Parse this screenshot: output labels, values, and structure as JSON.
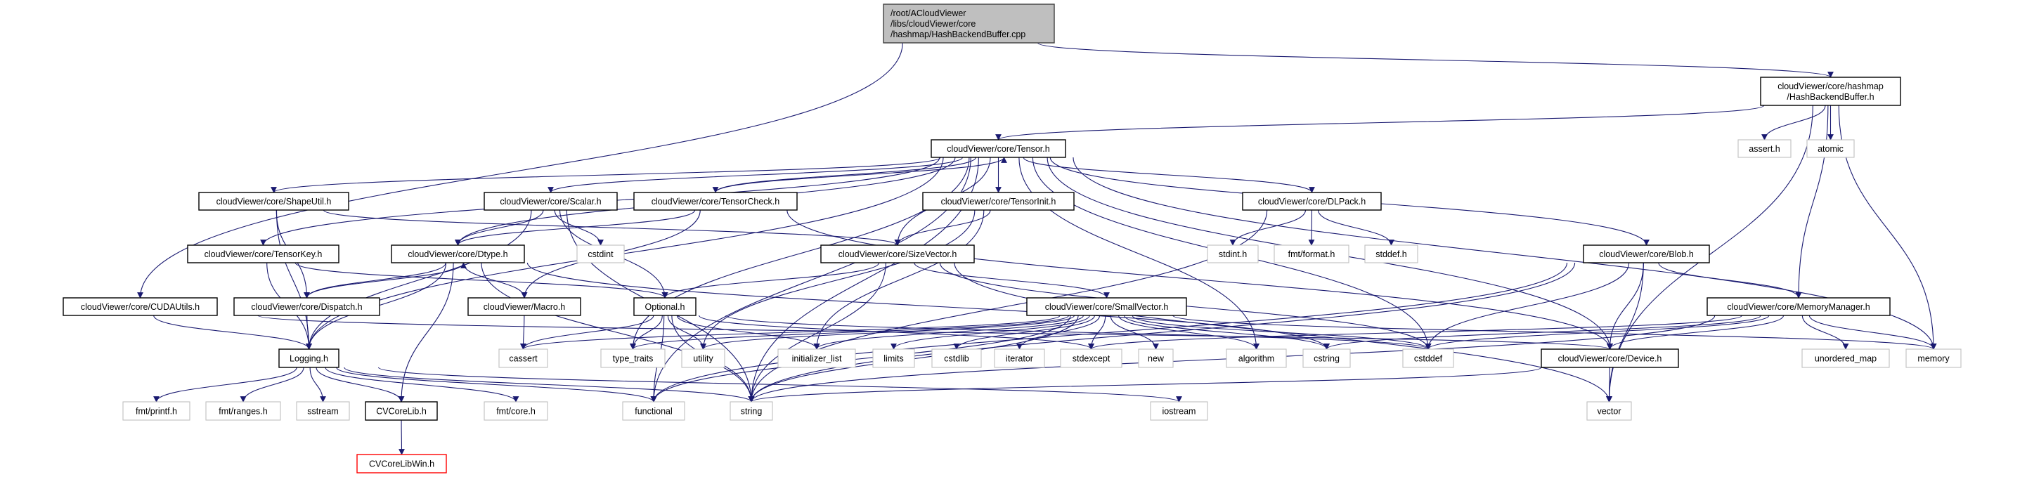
{
  "graph": {
    "title": "/root/ACloudViewer/libs/cloudViewer/core/hashmap/HashBackendBuffer.cpp",
    "colors": {
      "edge": "#191970",
      "root_fill": "#bfbfbf",
      "internal_border": "#000000",
      "external_border": "#bfbfbf",
      "missing_border": "#ff0000"
    },
    "nodes": [
      {
        "id": "root",
        "label": "/root/ACloudViewer\n/libs/cloudViewer/core\n/hashmap/HashBackendBuffer.cpp",
        "kind": "root"
      },
      {
        "id": "hbb",
        "label": "cloudViewer/core/hashmap\n/HashBackendBuffer.h",
        "kind": "internal"
      },
      {
        "id": "tensor",
        "label": "cloudViewer/core/Tensor.h",
        "kind": "internal"
      },
      {
        "id": "assert_h",
        "label": "assert.h",
        "kind": "external"
      },
      {
        "id": "atomic",
        "label": "atomic",
        "kind": "external"
      },
      {
        "id": "shapeutil",
        "label": "cloudViewer/core/ShapeUtil.h",
        "kind": "internal"
      },
      {
        "id": "scalar",
        "label": "cloudViewer/core/Scalar.h",
        "kind": "internal"
      },
      {
        "id": "tensorcheck",
        "label": "cloudViewer/core/TensorCheck.h",
        "kind": "internal"
      },
      {
        "id": "tensorinit",
        "label": "cloudViewer/core/TensorInit.h",
        "kind": "internal"
      },
      {
        "id": "dlpack",
        "label": "cloudViewer/core/DLPack.h",
        "kind": "internal"
      },
      {
        "id": "tensorkey",
        "label": "cloudViewer/core/TensorKey.h",
        "kind": "internal"
      },
      {
        "id": "dtype",
        "label": "cloudViewer/core/Dtype.h",
        "kind": "internal"
      },
      {
        "id": "cstdint",
        "label": "cstdint",
        "kind": "external"
      },
      {
        "id": "sizevector",
        "label": "cloudViewer/core/SizeVector.h",
        "kind": "internal"
      },
      {
        "id": "stdint_h",
        "label": "stdint.h",
        "kind": "external"
      },
      {
        "id": "fmt_format",
        "label": "fmt/format.h",
        "kind": "external"
      },
      {
        "id": "stddef_h",
        "label": "stddef.h",
        "kind": "external"
      },
      {
        "id": "blob",
        "label": "cloudViewer/core/Blob.h",
        "kind": "internal"
      },
      {
        "id": "cudautils",
        "label": "cloudViewer/core/CUDAUtils.h",
        "kind": "internal"
      },
      {
        "id": "dispatch",
        "label": "cloudViewer/core/Dispatch.h",
        "kind": "internal"
      },
      {
        "id": "macro",
        "label": "cloudViewer/Macro.h",
        "kind": "internal"
      },
      {
        "id": "optional",
        "label": "Optional.h",
        "kind": "internal"
      },
      {
        "id": "smallvector",
        "label": "cloudViewer/core/SmallVector.h",
        "kind": "internal"
      },
      {
        "id": "memorymanager",
        "label": "cloudViewer/core/MemoryManager.h",
        "kind": "internal"
      },
      {
        "id": "logging",
        "label": "Logging.h",
        "kind": "internal"
      },
      {
        "id": "cassert",
        "label": "cassert",
        "kind": "external"
      },
      {
        "id": "type_traits",
        "label": "type_traits",
        "kind": "external"
      },
      {
        "id": "utility",
        "label": "utility",
        "kind": "external"
      },
      {
        "id": "initializer_list",
        "label": "initializer_list",
        "kind": "external"
      },
      {
        "id": "limits",
        "label": "limits",
        "kind": "external"
      },
      {
        "id": "cstdlib",
        "label": "cstdlib",
        "kind": "external"
      },
      {
        "id": "iterator",
        "label": "iterator",
        "kind": "external"
      },
      {
        "id": "stdexcept",
        "label": "stdexcept",
        "kind": "external"
      },
      {
        "id": "new",
        "label": "new",
        "kind": "external"
      },
      {
        "id": "algorithm",
        "label": "algorithm",
        "kind": "external"
      },
      {
        "id": "cstring",
        "label": "cstring",
        "kind": "external"
      },
      {
        "id": "cstddef",
        "label": "cstddef",
        "kind": "external"
      },
      {
        "id": "device",
        "label": "cloudViewer/core/Device.h",
        "kind": "internal"
      },
      {
        "id": "unordered_map",
        "label": "unordered_map",
        "kind": "external"
      },
      {
        "id": "memory",
        "label": "memory",
        "kind": "external"
      },
      {
        "id": "fmt_printf",
        "label": "fmt/printf.h",
        "kind": "external"
      },
      {
        "id": "fmt_ranges",
        "label": "fmt/ranges.h",
        "kind": "external"
      },
      {
        "id": "sstream",
        "label": "sstream",
        "kind": "external"
      },
      {
        "id": "cvcorelib",
        "label": "CVCoreLib.h",
        "kind": "internal"
      },
      {
        "id": "fmt_core",
        "label": "fmt/core.h",
        "kind": "external"
      },
      {
        "id": "functional",
        "label": "functional",
        "kind": "external"
      },
      {
        "id": "string",
        "label": "string",
        "kind": "external"
      },
      {
        "id": "iostream",
        "label": "iostream",
        "kind": "external"
      },
      {
        "id": "vector",
        "label": "vector",
        "kind": "external"
      },
      {
        "id": "cvcorelibwin",
        "label": "CVCoreLibWin.h",
        "kind": "missing"
      }
    ],
    "edges": [
      [
        "root",
        "hbb"
      ],
      [
        "root",
        "cudautils"
      ],
      [
        "hbb",
        "tensor"
      ],
      [
        "hbb",
        "assert_h"
      ],
      [
        "hbb",
        "atomic"
      ],
      [
        "hbb",
        "memorymanager"
      ],
      [
        "hbb",
        "memory"
      ],
      [
        "hbb",
        "vector"
      ],
      [
        "tensor",
        "shapeutil"
      ],
      [
        "tensor",
        "scalar"
      ],
      [
        "tensor",
        "tensorcheck"
      ],
      [
        "tensor",
        "tensorkey"
      ],
      [
        "tensor",
        "dtype"
      ],
      [
        "tensor",
        "sizevector"
      ],
      [
        "tensor",
        "tensorinit"
      ],
      [
        "tensor",
        "dlpack"
      ],
      [
        "tensor",
        "blob"
      ],
      [
        "tensor",
        "device"
      ],
      [
        "tensor",
        "memory"
      ],
      [
        "tensor",
        "type_traits"
      ],
      [
        "tensor",
        "algorithm"
      ],
      [
        "tensor",
        "cstddef"
      ],
      [
        "tensor",
        "string"
      ],
      [
        "tensor",
        "logging"
      ],
      [
        "tensor",
        "functional"
      ],
      [
        "shapeutil",
        "logging"
      ],
      [
        "shapeutil",
        "dispatch"
      ],
      [
        "shapeutil",
        "sizevector"
      ],
      [
        "scalar",
        "dtype"
      ],
      [
        "scalar",
        "cstdint"
      ],
      [
        "scalar",
        "logging"
      ],
      [
        "scalar",
        "optional"
      ],
      [
        "scalar",
        "string"
      ],
      [
        "tensorcheck",
        "tensor"
      ],
      [
        "tensorcheck",
        "dtype"
      ],
      [
        "tensorcheck",
        "macro"
      ],
      [
        "tensorcheck",
        "device"
      ],
      [
        "tensorkey",
        "logging"
      ],
      [
        "tensorkey",
        "optional"
      ],
      [
        "dtype",
        "dispatch"
      ],
      [
        "dtype",
        "macro"
      ],
      [
        "dtype",
        "logging"
      ],
      [
        "dtype",
        "string"
      ],
      [
        "dtype",
        "cvcorelib"
      ],
      [
        "dtype",
        "cstring"
      ],
      [
        "dispatch",
        "dtype"
      ],
      [
        "dispatch",
        "logging"
      ],
      [
        "cudautils",
        "logging"
      ],
      [
        "cudautils",
        "device"
      ],
      [
        "macro",
        "cassert"
      ],
      [
        "optional",
        "cassert"
      ],
      [
        "optional",
        "type_traits"
      ],
      [
        "optional",
        "utility"
      ],
      [
        "optional",
        "initializer_list"
      ],
      [
        "optional",
        "stdexcept"
      ],
      [
        "optional",
        "functional"
      ],
      [
        "optional",
        "string"
      ],
      [
        "optional",
        "cstddef"
      ],
      [
        "sizevector",
        "optional"
      ],
      [
        "sizevector",
        "smallvector"
      ],
      [
        "sizevector",
        "string"
      ],
      [
        "sizevector",
        "cstddef"
      ],
      [
        "sizevector",
        "vector"
      ],
      [
        "tensorinit",
        "sizevector"
      ],
      [
        "tensorinit",
        "utility"
      ],
      [
        "tensorinit",
        "initializer_list"
      ],
      [
        "dlpack",
        "stdint_h"
      ],
      [
        "dlpack",
        "fmt_format"
      ],
      [
        "dlpack",
        "stddef_h"
      ],
      [
        "dlpack",
        "string"
      ],
      [
        "smallvector",
        "type_traits"
      ],
      [
        "smallvector",
        "utility"
      ],
      [
        "smallvector",
        "initializer_list"
      ],
      [
        "smallvector",
        "limits"
      ],
      [
        "smallvector",
        "cstdlib"
      ],
      [
        "smallvector",
        "iterator"
      ],
      [
        "smallvector",
        "stdexcept"
      ],
      [
        "smallvector",
        "new"
      ],
      [
        "smallvector",
        "algorithm"
      ],
      [
        "smallvector",
        "cstring"
      ],
      [
        "smallvector",
        "cstddef"
      ],
      [
        "smallvector",
        "memory"
      ],
      [
        "smallvector",
        "functional"
      ],
      [
        "smallvector",
        "string"
      ],
      [
        "smallvector",
        "cassert"
      ],
      [
        "logging",
        "fmt_printf"
      ],
      [
        "logging",
        "fmt_ranges"
      ],
      [
        "logging",
        "sstream"
      ],
      [
        "logging",
        "cvcorelib"
      ],
      [
        "logging",
        "fmt_core"
      ],
      [
        "logging",
        "functional"
      ],
      [
        "logging",
        "string"
      ],
      [
        "logging",
        "iostream"
      ],
      [
        "cvcorelib",
        "cvcorelibwin"
      ],
      [
        "blob",
        "memorymanager"
      ],
      [
        "blob",
        "device"
      ],
      [
        "blob",
        "cstddef"
      ],
      [
        "blob",
        "string"
      ],
      [
        "blob",
        "functional"
      ],
      [
        "blob",
        "vector"
      ],
      [
        "memorymanager",
        "device"
      ],
      [
        "memorymanager",
        "unordered_map"
      ],
      [
        "memorymanager",
        "memory"
      ],
      [
        "memorymanager",
        "cstring"
      ],
      [
        "memorymanager",
        "cstddef"
      ],
      [
        "memorymanager",
        "string"
      ],
      [
        "memorymanager",
        "stdexcept"
      ],
      [
        "device",
        "vector"
      ],
      [
        "device",
        "string"
      ]
    ]
  }
}
